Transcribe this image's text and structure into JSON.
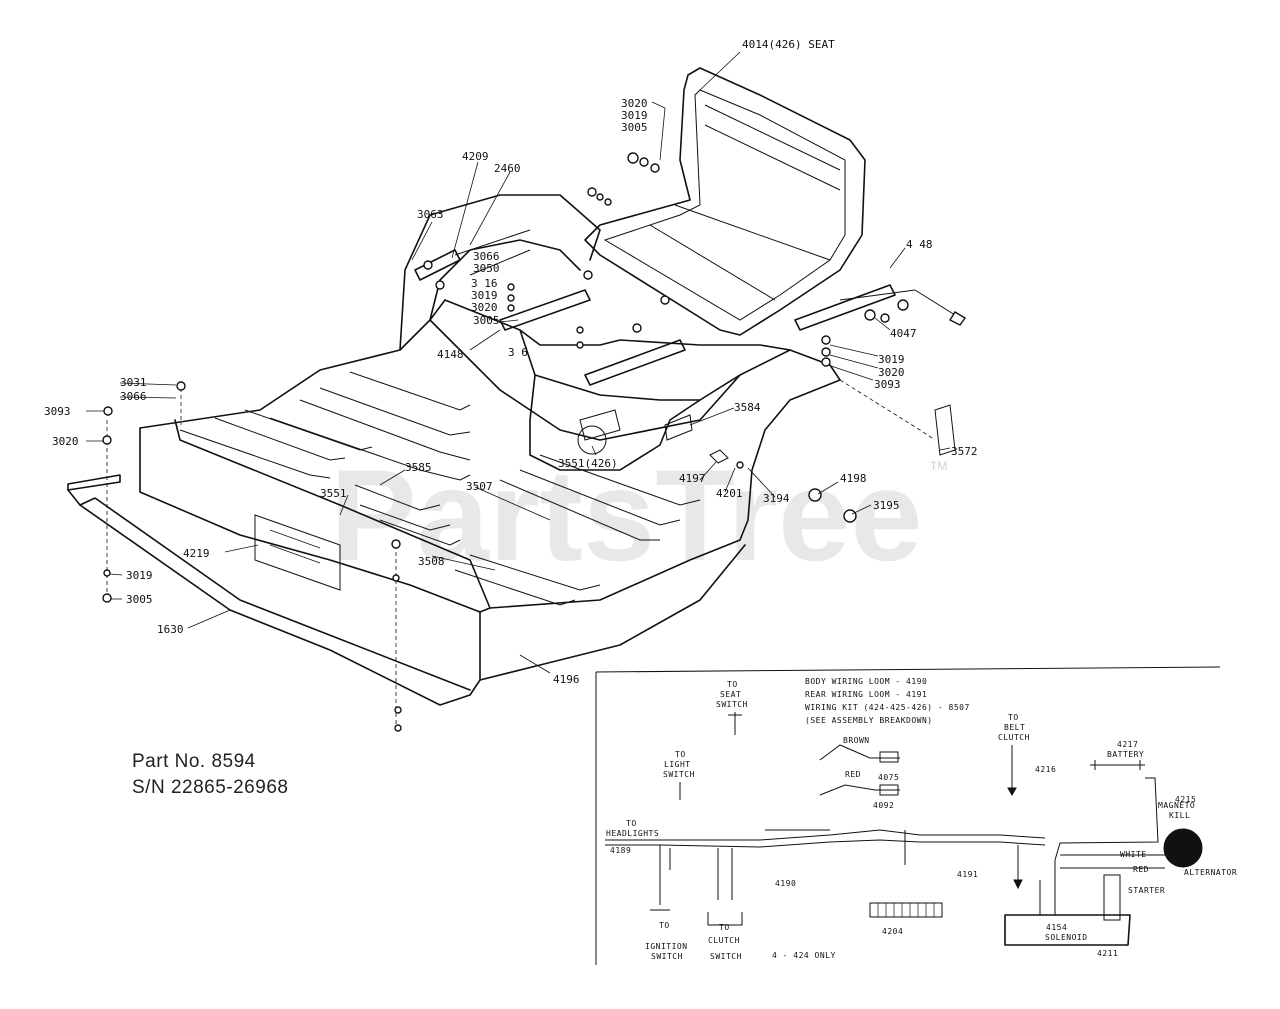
{
  "watermark": "PartsTree",
  "watermark_mark": "TM",
  "part_info": {
    "part_no": "Part No. 8594",
    "serial": "S/N 22865-26968"
  },
  "callouts": {
    "c4014": "4014(426) SEAT",
    "c3020a": "3020",
    "c3019a": "3019",
    "c3005a": "3005",
    "c4209": "4209",
    "c2460": "2460",
    "c3063": "3063",
    "c3066a": "3066",
    "c3050": "3050",
    "c3016": "3 16",
    "c3019b": "3019",
    "c3020b": "3020",
    "c3005b": "3005",
    "c4148": "4148",
    "c36": "3 6",
    "c4148b": "4 48",
    "c4047": "4047",
    "c3019c": "3019",
    "c3020c": "3020",
    "c3093a": "3093",
    "c3031": "3031",
    "c3066b": "3066",
    "c3093b": "3093",
    "c3020d": "3020",
    "c3584": "3584",
    "c3572": "3572",
    "c3551a": "3551(426)",
    "c3585": "3585",
    "c3551b": "3551",
    "c3507": "3507",
    "c4197": "4197",
    "c4201": "4201",
    "c3194": "3194",
    "c4198": "4198",
    "c3195": "3195",
    "c4219": "4219",
    "c3508": "3508",
    "c3019d": "3019",
    "c3005d": "3005",
    "c1630": "1630",
    "c4196": "4196"
  },
  "wiring": {
    "notes": [
      "BODY WIRING LOOM - 4190",
      "REAR WIRING LOOM - 4191",
      "WIRING KIT (424-425-426) - 8507",
      "(SEE ASSEMBLY BREAKDOWN)"
    ],
    "to_seat_switch": [
      "TO",
      "SEAT",
      "SWITCH"
    ],
    "to_light_switch": [
      "TO",
      "LIGHT",
      "SWITCH"
    ],
    "to_headlights": [
      "TO",
      "HEADLIGHTS"
    ],
    "to_ignition_switch": [
      "TO",
      "IGNITION",
      "SWITCH"
    ],
    "to_clutch_switch": [
      "TO",
      "CLUTCH",
      "SWITCH"
    ],
    "to_belt_clutch": [
      "TO",
      "BELT",
      "CLUTCH"
    ],
    "brown": "BROWN",
    "red_a": "RED",
    "n4075": "4075",
    "n4092": "4092",
    "n4216": "4216",
    "n4217": "4217",
    "battery": "BATTERY",
    "n4215": "4215",
    "magneto_kill": [
      "MAGNETO",
      "KILL"
    ],
    "white": "WHITE",
    "red_b": "RED",
    "alternator": "ALTERNATOR",
    "starter": "STARTER",
    "n4189": "4189",
    "n4190": "4190",
    "n4191": "4191",
    "n4204": "4204",
    "n4154": "4154",
    "solenoid": "SOLENOID",
    "n4211": "4211",
    "only_424": "4 - 424 ONLY"
  }
}
